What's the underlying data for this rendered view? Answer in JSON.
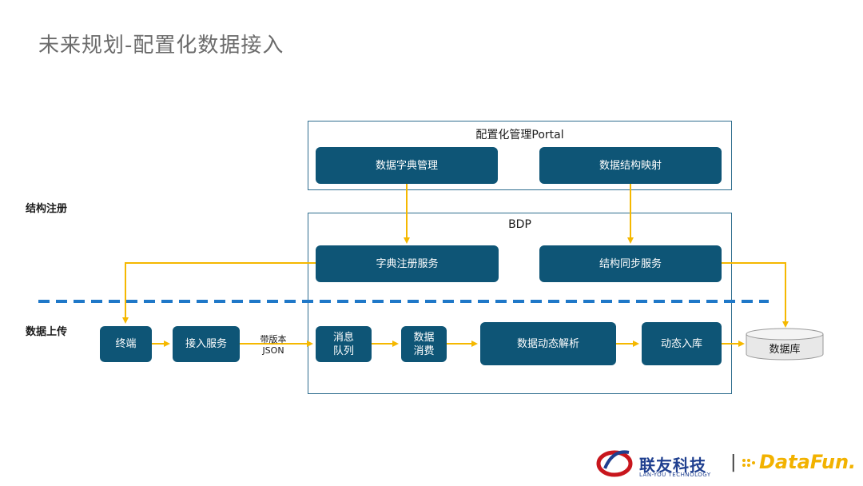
{
  "title": "未来规划-配置化数据接入",
  "side_labels": {
    "register": "结构注册",
    "upload": "数据上传"
  },
  "portal": {
    "title": "配置化管理Portal",
    "dict_mgmt": "数据字典管理",
    "struct_map": "数据结构映射"
  },
  "bdp": {
    "title": "BDP",
    "dict_reg": "字典注册服务",
    "struct_sync": "结构同步服务",
    "mq": "消息\n队列",
    "consume": "数据\n消费",
    "parse": "数据动态解析",
    "store": "动态入库"
  },
  "terminal": "终端",
  "access": "接入服务",
  "edge_label": "带版本\nJSON",
  "database": "数据库",
  "colors": {
    "node": "#0e5576",
    "arrow": "#f5b800",
    "dashed": "#1f78c8",
    "frame": "#2e6d8e"
  },
  "logos": {
    "lanyou_cn": "联友科技",
    "lanyou_en": "LAN-YOU TECHNOLOGY",
    "separator": "|",
    "datafun": "DataFun."
  }
}
